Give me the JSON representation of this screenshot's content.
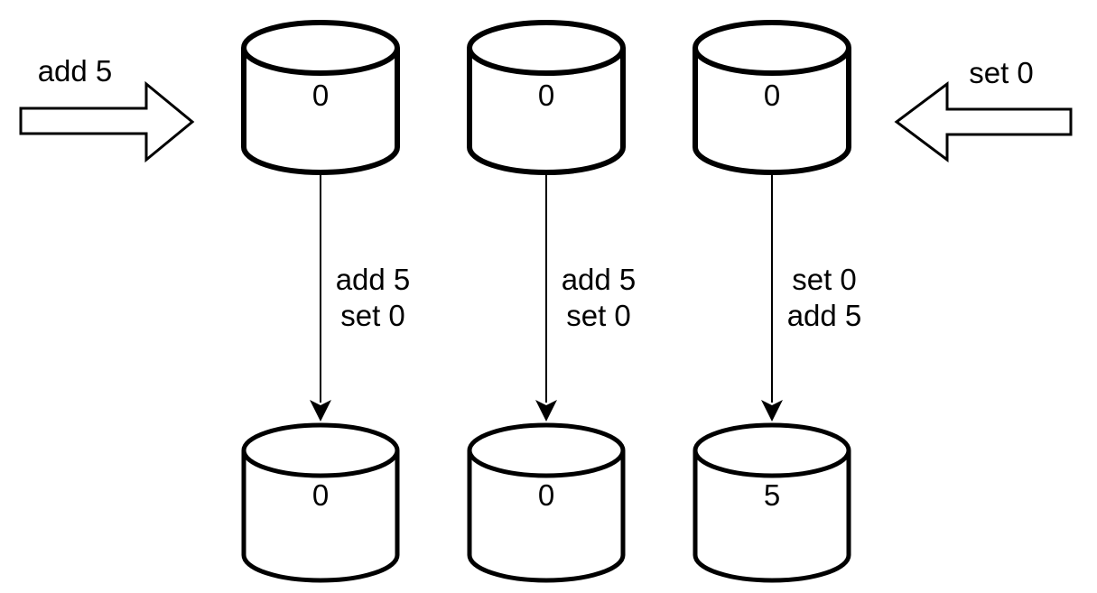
{
  "diagram": {
    "description": "Three database replicas receiving the same two operations in different orders",
    "colors": {
      "stroke": "#000000",
      "shape_fill": "#ffffff",
      "background": "#ffffff",
      "text": "#000000"
    },
    "incoming_operations": {
      "left": {
        "label": "add 5",
        "direction": "right"
      },
      "right": {
        "label": "set 0",
        "direction": "left"
      }
    },
    "replicas_before": [
      {
        "value": "0"
      },
      {
        "value": "0"
      },
      {
        "value": "0"
      }
    ],
    "transitions": [
      {
        "line1": "add 5",
        "line2": "set 0"
      },
      {
        "line1": "add 5",
        "line2": "set 0"
      },
      {
        "line1": "set 0",
        "line2": "add 5"
      }
    ],
    "replicas_after": [
      {
        "value": "0"
      },
      {
        "value": "0"
      },
      {
        "value": "5"
      }
    ]
  }
}
